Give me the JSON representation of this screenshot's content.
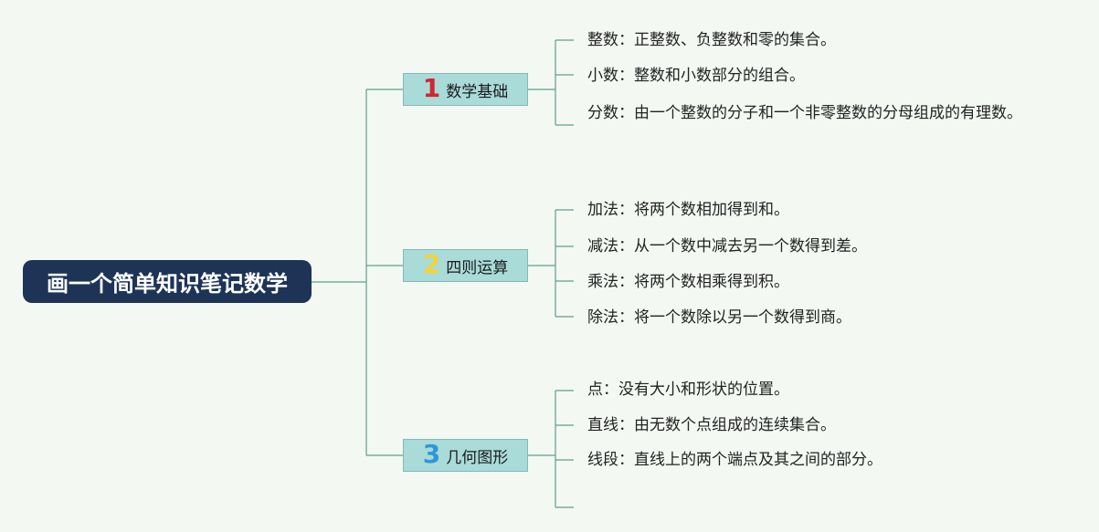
{
  "root": {
    "title": "画一个简单知识笔记数学"
  },
  "branches": [
    {
      "number": "1",
      "number_color": "#d4262f",
      "label": "数学基础",
      "items": [
        "整数：正整数、负整数和零的集合。",
        "小数：整数和小数部分的组合。",
        "分数：由一个整数的分子和一个非零整数的分母组成的有理数。"
      ]
    },
    {
      "number": "2",
      "number_color": "#f2d33a",
      "label": "四则运算",
      "items": [
        "加法：将两个数相加得到和。",
        "减法：从一个数中减去另一个数得到差。",
        "乘法：将两个数相乘得到积。",
        "除法：将一个数除以另一个数得到商。"
      ]
    },
    {
      "number": "3",
      "number_color": "#2f97d8",
      "label": "几何图形",
      "items": [
        "点：没有大小和形状的位置。",
        "直线：由无数个点组成的连续集合。",
        "线段：直线上的两个端点及其之间的部分。"
      ]
    }
  ]
}
